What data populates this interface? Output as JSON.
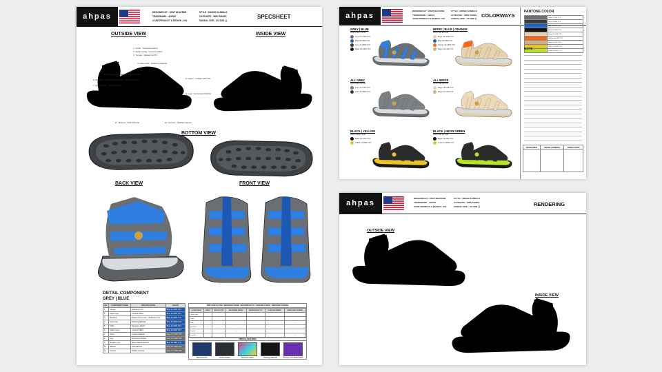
{
  "brand": "ahpas",
  "header": {
    "designed_by": "DESIGNED BY : DIGIT BHAYEDE",
    "trademark": "TRADEMARK : AHPAS",
    "code": "CODE PRODUCT & DESIGN : 001",
    "style": "STYLE : HIKING SANDALS",
    "category": "CATEGORY : MEN SHOES",
    "size": "SANDAL SIZE : US SIZE (    )"
  },
  "specsheet": {
    "title": "SPECSHEET",
    "outside_view": "OUTSIDE VIEW",
    "inside_view": "INSIDE VIEW",
    "bottom_view": "BOTTOM VIEW",
    "back_view": "BACK VIEW",
    "front_view": "FRONT VIEW",
    "callouts": [
      "1. Collar : Neoprene Fabric",
      "2. Collar Lining : Cordura Fabric",
      "3. Tongue : Waterproof PU",
      "4. Lace Loop : Webbing Material",
      "5. Bungee Cord : Metal Plastic Material",
      "6. Sheathes : Elastic Cord Laces + Reflective Line",
      "7. Upper Body : Cordura Fabric",
      "8. Velcro : Leather Material",
      "9. Logo : Embossed Rubber",
      "10. Outsole : Rubber Outsole",
      "11. Midsole : EVA Material"
    ],
    "detail_title": "DETAIL COMPONENT",
    "detail_subtitle": "GREY | BLUE",
    "component_table": {
      "headers": [
        "NO",
        "COMPONENT NAME",
        "SPECIFICATION",
        "COLOR"
      ],
      "rows": [
        [
          "1",
          "Tongue",
          "Waterproof PU",
          "Blue 19-4052 TCX"
        ],
        [
          "2",
          "Upper body",
          "Cordura Fabric",
          "Blue 19-4052 TCX"
        ],
        [
          "3",
          "Sheathes",
          "Elastic Cord Laces + Reflective Line",
          "Blue 19-4052 TCX"
        ],
        [
          "4",
          "Lace Loop",
          "Webbing Material",
          "Blue 19-4052 TCX"
        ],
        [
          "5",
          "Collar",
          "Neoprene Fabric",
          "Blue 19-4052 TCX"
        ],
        [
          "6",
          "Collar Lining",
          "Cordura Fabric",
          "Blue 19-4052 TCX"
        ],
        [
          "7",
          "Velcro",
          "Leather Material",
          "Grey 17-1706 TCX"
        ],
        [
          "8",
          "Logo",
          "Embossed Rubber",
          "Grey 17-1706 TCX"
        ],
        [
          "9",
          "Bungee Cord",
          "Metal Plastic Material",
          "Blue 19-4052 TCX"
        ],
        [
          "10",
          "Midsole",
          "EVA Material",
          "Grey 17-1706 TCX"
        ],
        [
          "11",
          "Outsole",
          "Rubber Outsole",
          "Grey 17-1706 TCX"
        ]
      ]
    },
    "print_title": "PRINT, REFLECTIVE, NEOPRENE FABRIC, WATERPROOF PU, CORDURA FABRIC, EMBOSSED RUBBER",
    "print_headers": [
      "COMPONENT",
      "PRINT",
      "REFLECTIVE",
      "NEOPRENE FABRIC",
      "WATERPROOF PU",
      "CORDURA FABRIC",
      "EMBOSSED RUBBER"
    ],
    "print_rows": [
      "Upper body",
      "Collar",
      "Logo",
      "Sheathes",
      "Tongue",
      "Outsole"
    ],
    "special_title": "SPECIAL FEATURES",
    "features": [
      "Waterproof PU",
      "Cordura Fabric",
      "Neoprene Fabric",
      "Webbing Materials",
      "Bungee Cord Metal Plastic"
    ]
  },
  "colorways": {
    "title": "COLORWAYS",
    "pantone_title": "PANTONE COLOR",
    "note_title": "NOTE :",
    "sign_headers": [
      "DESIGNER",
      "DEVELOPMENT",
      "DIRECTORS"
    ],
    "ways": [
      {
        "name": "GREY | BLUE",
        "sub": "PANTONE COLOR",
        "dots": [
          [
            "#6b6f73",
            "Grey 17-1706 TCX"
          ],
          [
            "#1e64c8",
            "Blue 19-4052 TCX"
          ],
          [
            "#3a3d40",
            "Grey 19-3906 TCX"
          ],
          [
            "#111111",
            "Black 19-0303 TCX"
          ]
        ],
        "upper": "#2f7fe0",
        "sole": "#6b6f73"
      },
      {
        "name": "BEIGE | BLUE | ORANGE",
        "sub": "PANTONE COLOR",
        "dots": [
          [
            "#e6d3b3",
            "Beige 13-1008 TCX"
          ],
          [
            "#1e64c8",
            "Blue 19-4052 TCX"
          ],
          [
            "#ef6a1e",
            "Orange 16-1359 TCX"
          ],
          [
            "#c9b18e",
            "Beige 14-1118 TCX"
          ]
        ],
        "upper": "#e8d2ad",
        "sole": "#e2cfae"
      },
      {
        "name": "ALL GREY",
        "sub": "PANTONE COLOR",
        "dots": [
          [
            "#7b7f83",
            "Grey 17-1706 TCX"
          ],
          [
            "#3a3d40",
            "Grey 19-3906 TCX"
          ]
        ],
        "upper": "#7d8186",
        "sole": "#6b6f73"
      },
      {
        "name": "ALL BEIGE",
        "sub": "PANTONE COLOR",
        "dots": [
          [
            "#e6d3b3",
            "Beige 13-1008 TCX"
          ],
          [
            "#c9b18e",
            "Beige 14-1118 TCX"
          ]
        ],
        "upper": "#ecd9b8",
        "sole": "#e2cfae"
      },
      {
        "name": "BLACK | YELLOW",
        "sub": "PANTONE COLOR",
        "dots": [
          [
            "#111111",
            "Black 19-0303 TCX"
          ],
          [
            "#e8c42a",
            "Yellow 13-0858 TCX"
          ]
        ],
        "upper": "#2a2a2a",
        "sole": "#1a1a1a"
      },
      {
        "name": "BLACK | NEON GREEN",
        "sub": "PANTONE COLOR",
        "dots": [
          [
            "#111111",
            "Black 19-0303 TCX"
          ],
          [
            "#b6e12d",
            "Green 13-0550 TCX"
          ]
        ],
        "upper": "#2a2a2a",
        "sole": "#1a1a1a"
      }
    ],
    "pantone_rows": [
      [
        "#6b6f73",
        "Grey 17-1706 TCX"
      ],
      [
        "#3a3d40",
        "Grey 19-3906 TCX"
      ],
      [
        "#1e64c8",
        "Blue 19-4052 TCX"
      ],
      [
        "#111111",
        "Black 19-0303 TCX"
      ],
      [
        "#e6d3b3",
        "Beige 13-1008 TCX"
      ],
      [
        "#ef6a1e",
        "Orange 16-1359 TCX"
      ],
      [
        "#c9b18e",
        "Beige 14-1118 TCX"
      ],
      [
        "#e8c42a",
        "Yellow 13-0858 TCX"
      ],
      [
        "#b6e12d",
        "Green 13-0550 TCX"
      ]
    ]
  },
  "rendering": {
    "title": "RENDERING",
    "outside_view": "OUTSIDE VIEW",
    "inside_view": "INSIDE VIEW"
  },
  "colors": {
    "blue": "#2f7fe0",
    "blue_dark": "#1d58b4",
    "grey": "#6b6f73",
    "grey_dark": "#3b3e41",
    "sole_light": "#d9dcdf",
    "header_black": "#111111"
  }
}
